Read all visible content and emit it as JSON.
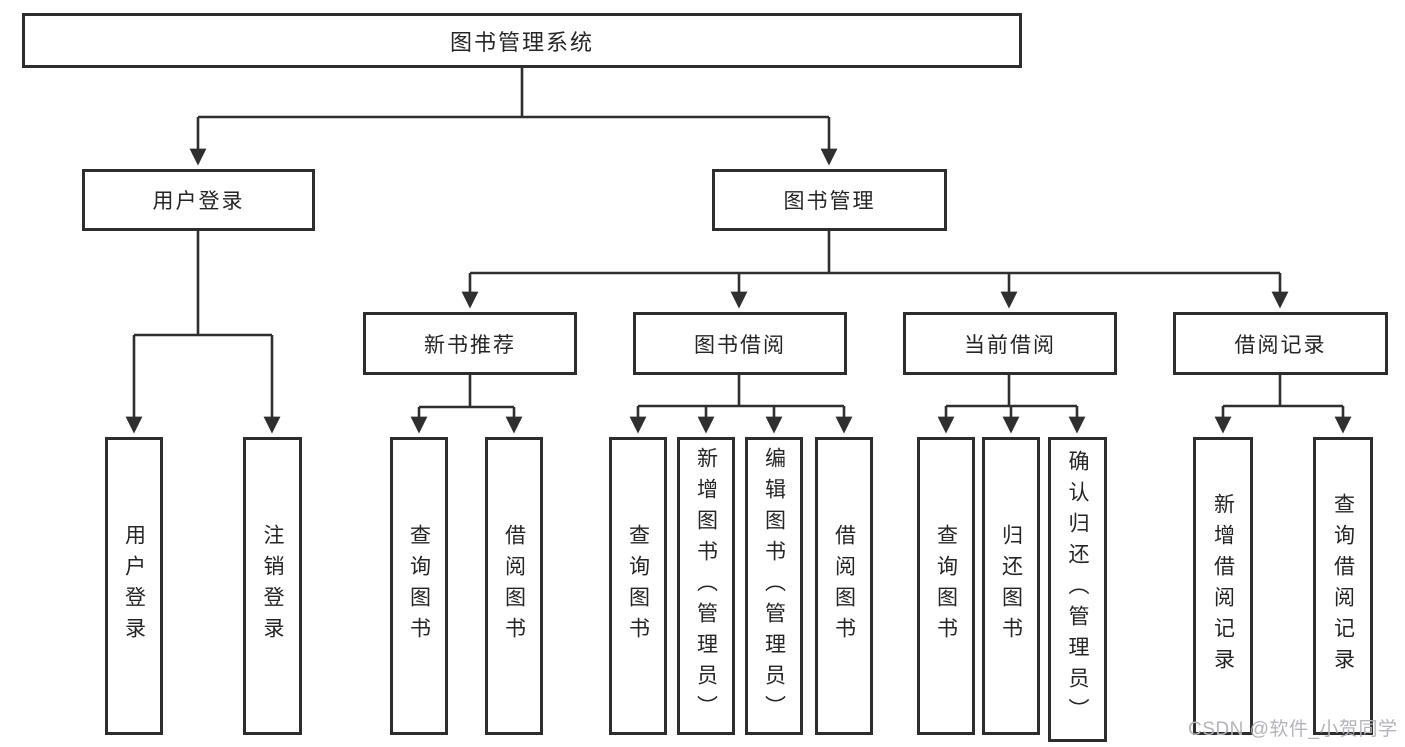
{
  "tree": {
    "root": {
      "label": "图书管理系统"
    },
    "children": [
      {
        "label": "用户登录",
        "leaves": [
          "用户登录",
          "注销登录"
        ]
      },
      {
        "label": "图书管理",
        "children": [
          {
            "label": "新书推荐",
            "leaves": [
              "查询图书",
              "借阅图书"
            ]
          },
          {
            "label": "图书借阅",
            "leaves": [
              "查询图书",
              "新增图书（管理员）",
              "编辑图书（管理员）",
              "借阅图书"
            ]
          },
          {
            "label": "当前借阅",
            "leaves": [
              "查询图书",
              "归还图书",
              "确认归还（管理员）"
            ]
          },
          {
            "label": "借阅记录",
            "leaves": [
              "新增借阅记录",
              "查询借阅记录"
            ]
          }
        ]
      }
    ]
  },
  "watermark": "CSDN @软件_小贺同学",
  "colors": {
    "line": "#2f2f2f",
    "box_border": "#2d2d2d",
    "text": "#252525",
    "watermark": "#b4b4b8",
    "background": "#ffffff"
  }
}
